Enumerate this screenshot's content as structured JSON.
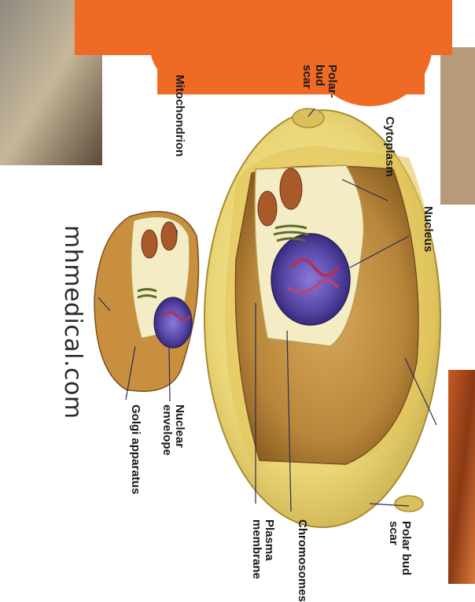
{
  "watermark": "mhmedical.com",
  "labels": {
    "polar_bud_scar_top": "Polar-\nbud\nscar",
    "cytoplasm": "Cytoplasm",
    "nucleus": "Nucleus",
    "mitochondrion": "Mitochondrion",
    "polar_bud_scar_bottom": "Polar bud\nscar",
    "chromosomes": "Chromosomes",
    "plasma_membrane": "Plasma\nmembrane",
    "nuclear_envelope": "Nuclear\nenvelope",
    "golgi_apparatus": "Golgi apparatus"
  },
  "colors": {
    "banner": "#ef6a24",
    "cell_wall": "#e8d676",
    "cytoplasm_fill": "#c99a4a",
    "nucleus": "#5a48a8",
    "chromosome": "#b03060",
    "golgi": "#5e6a2a",
    "mitochondrion": "#a85a2a"
  }
}
